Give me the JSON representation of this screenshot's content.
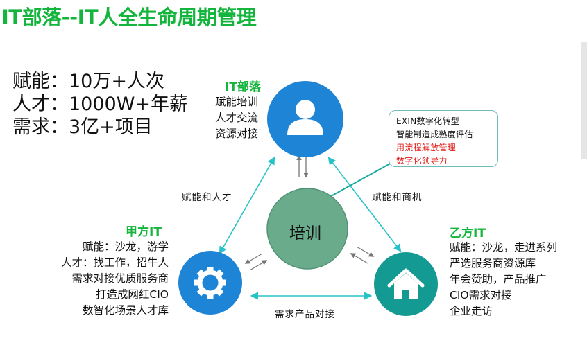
{
  "title": "IT部落--IT人全生命周期管理",
  "stats": [
    "赋能：10万+人次",
    "人才：1000W+年薪",
    "需求：3亿+项目"
  ],
  "top_node": {
    "title": "IT部落",
    "lines": [
      "赋能培训",
      "人才交流",
      "资源对接"
    ],
    "icon": "user-icon"
  },
  "left_node": {
    "title": "甲方IT",
    "lines": [
      "赋能：沙龙，游学",
      "人才：找工作，招牛人",
      "需求对接优质服务商",
      "打造成网红CIO",
      "数智化场景人才库"
    ],
    "icon": "gear-icon"
  },
  "right_node": {
    "title": "乙方IT",
    "lines": [
      "赋能：沙龙，走进系列",
      "严选服务商资源库",
      "年会赞助，产品推广",
      "CIO需求对接",
      "企业走访"
    ],
    "icon": "home-icon"
  },
  "center": {
    "label": "培训"
  },
  "callout": {
    "lines": [
      "EXIN数字化转型",
      "智能制造成熟度评估"
    ],
    "red_lines": [
      "用流程解放管理",
      "数字化领导力"
    ]
  },
  "edge_labels": {
    "top_left": "赋能和人才",
    "top_right": "赋能和商机",
    "bottom": "需求产品对接"
  },
  "colors": {
    "title_green": "#14b53c",
    "node_blue": "#1d84d6",
    "node_teal": "#139a92",
    "center_green": "#6aab8c",
    "arrow_cyan": "#27c2c8",
    "red": "#e0201b"
  }
}
